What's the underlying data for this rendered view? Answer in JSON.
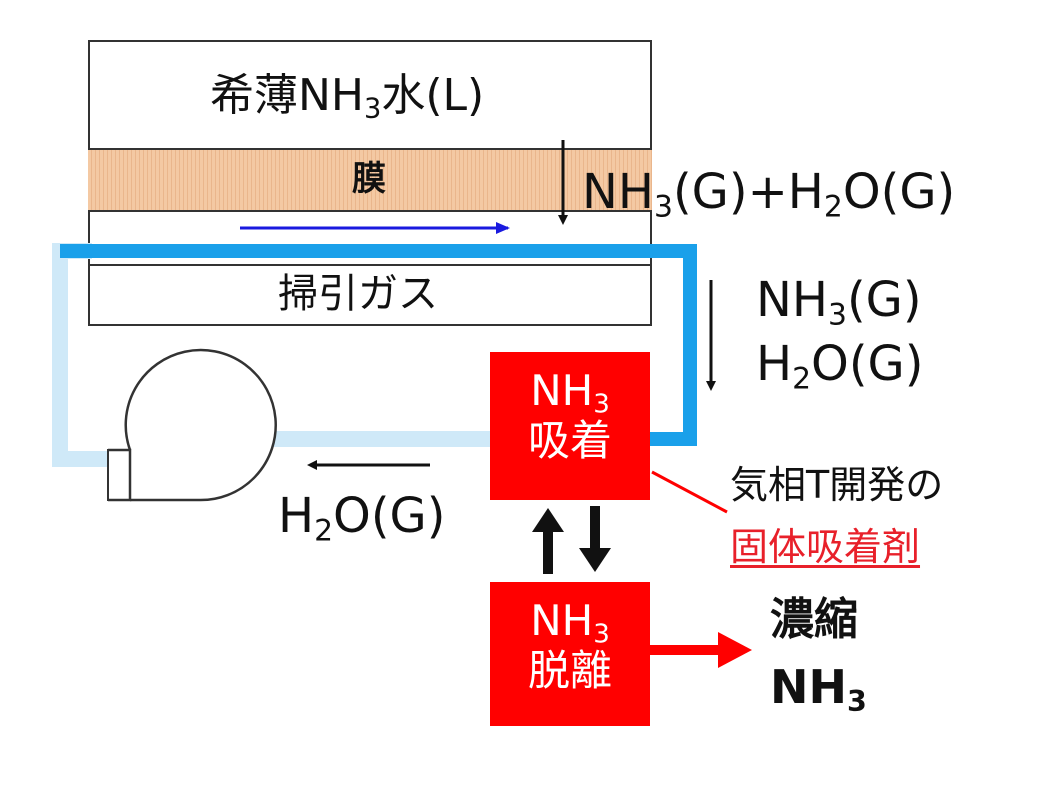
{
  "module": {
    "feed_label": "希薄NH",
    "feed_sub": "3",
    "feed_suffix": "水(L)",
    "membrane_label": "膜",
    "sweep_label": "掃引ガス"
  },
  "permeate": {
    "line1_a": "NH",
    "line1_s1": "3",
    "line1_b": "(G)+H",
    "line1_s2": "2",
    "line1_c": "O(G)"
  },
  "to_adsorber": {
    "nh3_a": "NH",
    "nh3_s": "3",
    "nh3_b": "(G)",
    "h2o_a": "H",
    "h2o_s": "2",
    "h2o_b": "O(G)"
  },
  "return_flow": {
    "h2o_a": "H",
    "h2o_s": "2",
    "h2o_b": "O(G)"
  },
  "adsorption_box": {
    "line1_a": "NH",
    "line1_s": "3",
    "line2": "吸着"
  },
  "desorption_box": {
    "line1_a": "NH",
    "line1_s": "3",
    "line2": "脱離"
  },
  "annotation": {
    "line1": "気相T開発の",
    "line2": "固体吸着剤"
  },
  "product": {
    "line1": "濃縮",
    "line2_a": "NH",
    "line2_s": "3"
  },
  "colors": {
    "sweep_line": "#1aa0ea",
    "sweep_line_faded": "#cfe9f8",
    "flow_arrow": "#1a1adf",
    "red": "#ff0000",
    "membrane": "#f4c9a3"
  }
}
